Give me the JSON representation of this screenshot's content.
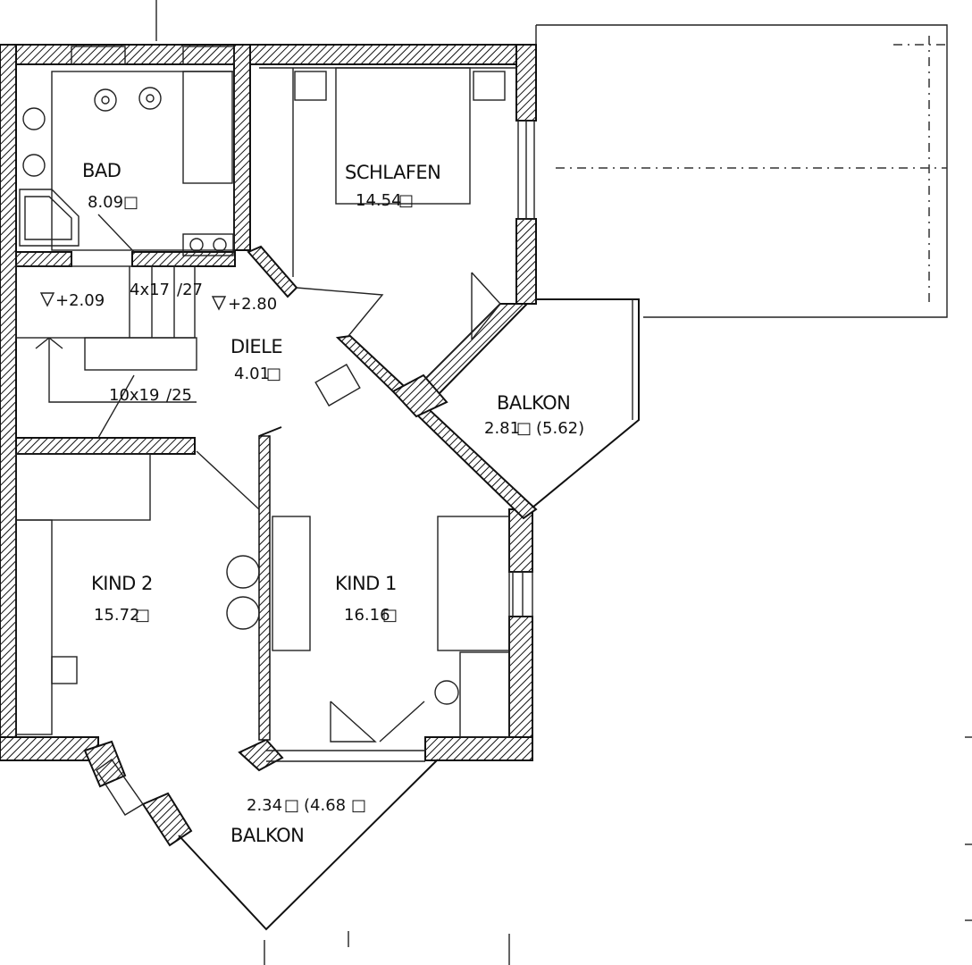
{
  "rooms": {
    "bad": {
      "name": "BAD",
      "area": "8.09"
    },
    "schlafen": {
      "name": "SCHLAFEN",
      "area": "14.54"
    },
    "diele": {
      "name": "DIELE",
      "area": "4.01"
    },
    "balkon_upper": {
      "name": "BALKON",
      "area": "2.81",
      "area_full": "(5.62)"
    },
    "kind2": {
      "name": "KIND 2",
      "area": "15.72"
    },
    "kind1": {
      "name": "KIND 1",
      "area": "16.16"
    },
    "balkon_lower": {
      "name": "BALKON",
      "area": "2.34",
      "area_full": "(4.68"
    }
  },
  "levels": {
    "left": "+2.09",
    "right": "+2.80"
  },
  "stairs": {
    "upper": "4x17",
    "upper_tail": "/27",
    "lower": "10x19",
    "lower_tail": "/25"
  },
  "area_unit_symbol": "□"
}
